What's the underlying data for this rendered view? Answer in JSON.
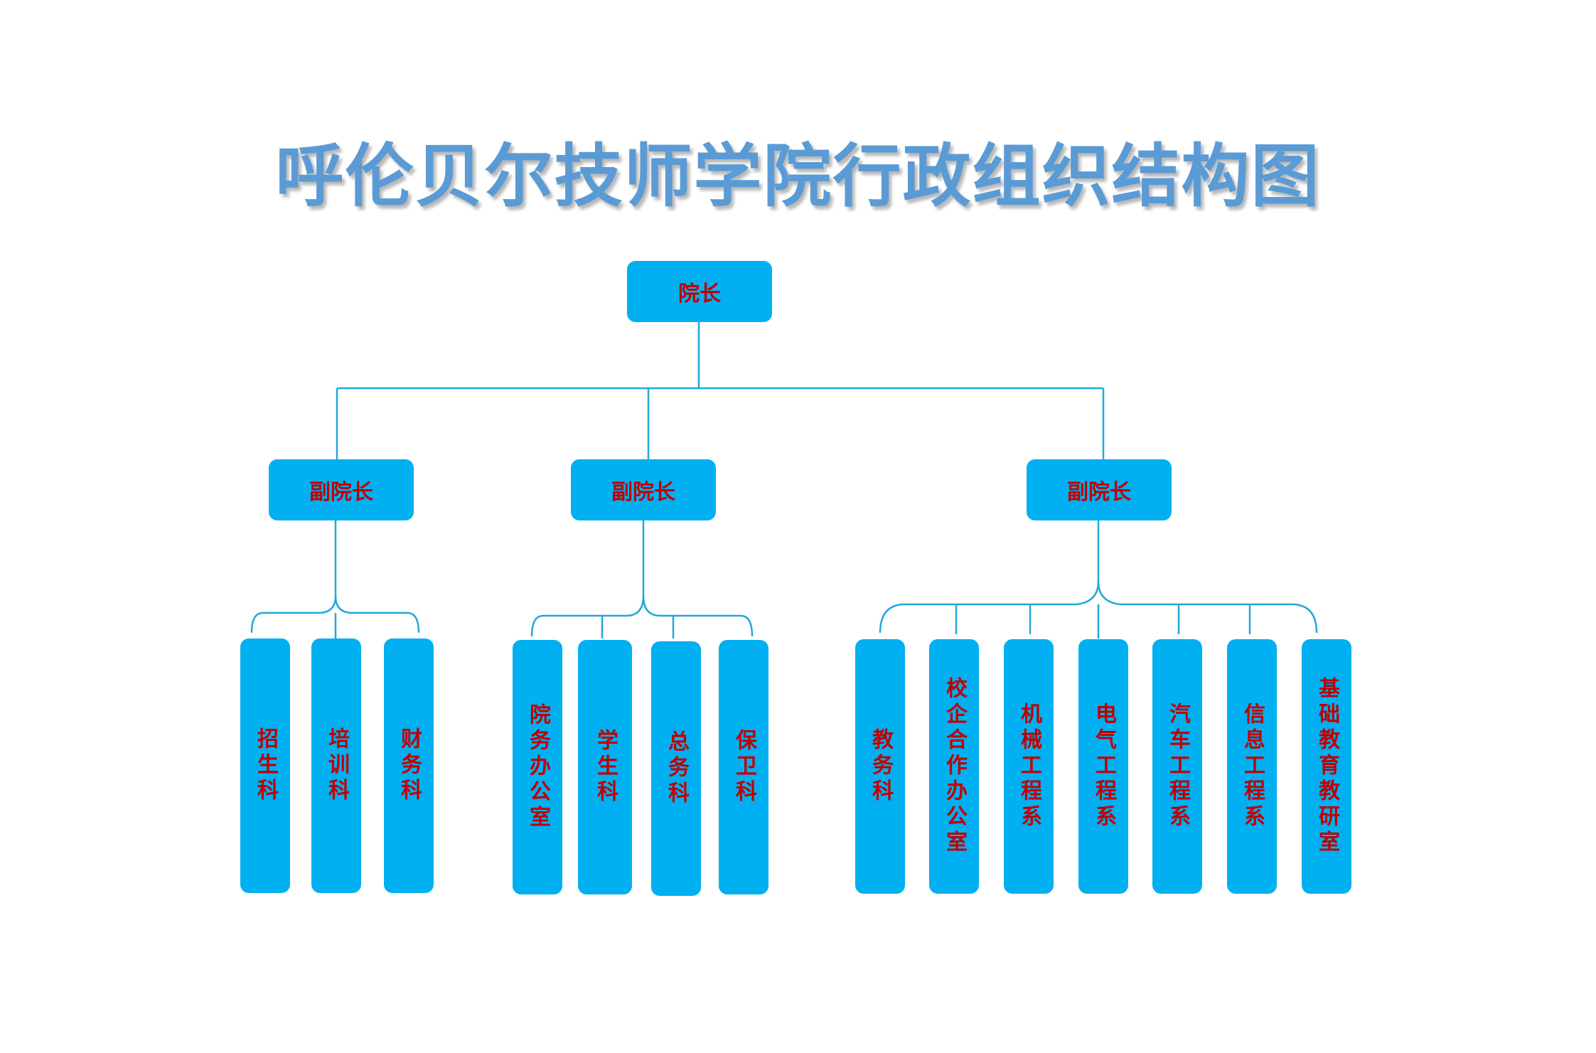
{
  "title": "呼伦贝尔技师学院行政组织结构图",
  "colors": {
    "title": "#5b9bd5",
    "box_fill": "#00b0f0",
    "box_text": "#c00000",
    "line": "#23a8d8"
  },
  "root": {
    "label": "院长"
  },
  "vice": [
    {
      "label": "副院长",
      "children": [
        "招生科",
        "培训科",
        "财务科"
      ]
    },
    {
      "label": "副院长",
      "children": [
        "院务办公室",
        "学生科",
        "总务科",
        "保卫科"
      ]
    },
    {
      "label": "副院长",
      "children": [
        "教务科",
        "校企合作办公室",
        "机械工程系",
        "电气工程系",
        "汽车工程系",
        "信息工程系",
        "基础教育教研室"
      ]
    }
  ]
}
